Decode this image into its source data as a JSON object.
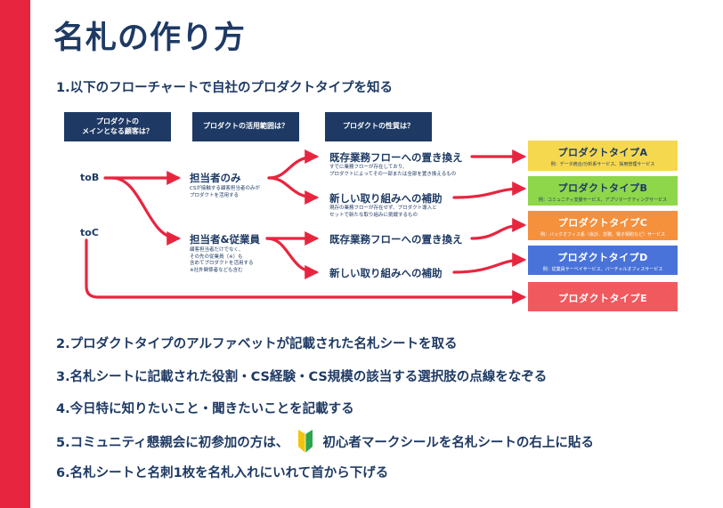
{
  "title": "名札の作り方",
  "step1": "1.以下のフローチャートで自社のプロダクトタイプを知る",
  "headers": {
    "h1": "プロダクトの\nメインとなる顧客は？",
    "h2": "プロダクトの活用範囲は？",
    "h3": "プロダクトの性質は？"
  },
  "customers": {
    "tob": "toB",
    "toc": "toC"
  },
  "scope": {
    "only": "担当者のみ",
    "only_note": "CSが接触する顧客担当者のみが\nプロダクトを活用する",
    "staff": "担当者&従業員",
    "staff_note": "顧客担当者だけでなく、\nその先の従業員（※）も\n含めてプロダクトを活用する\n※社外関係者なども含む"
  },
  "nature": {
    "replace": "既存業務フローへの置き換え",
    "replace_note": "すでに業務フローが存在しており、\nプロダクトによってその一部または全部を置き換えるもの",
    "new": "新しい取り組みへの補助",
    "new_note": "現存の業務フローが存在せず、プロダクト導入と\nセットで新たな取り組みに挑戦するもの",
    "replace2": "既存業務フローへの置き換え",
    "new2": "新しい取り組みへの補助"
  },
  "types": [
    {
      "name": "プロダクトタイプA",
      "example": "例：データ統合/分析系サービス、採用管理サービス",
      "color": "#f6d84e"
    },
    {
      "name": "プロダクトタイプB",
      "example": "例：コミュニティ支援サービス、アプリマーケティングサービス",
      "color": "#8ed64a"
    },
    {
      "name": "プロダクトタイプC",
      "example": "例：バックオフィス系（会計、労務、電子契約など）サービス",
      "color": "#f5903d"
    },
    {
      "name": "プロダクトタイプD",
      "example": "例：従業員サーベイサービス、バーチャルオフィスサービス",
      "color": "#4a73d9"
    },
    {
      "name": "プロダクトタイプE",
      "example": "",
      "color": "#f05a5f"
    }
  ],
  "steps": {
    "s2": "2.プロダクトタイプのアルファベットが記載された名札シートを取る",
    "s3": "3.名札シートに記載された役割・CS経験・CS規模の該当する選択肢の点線をなぞる",
    "s4": "4.今日特に知りたいこと・聞きたいことを記載する",
    "s5a": "5.コミュニティ懇親会に初参加の方は、",
    "s5icon": "beginner-mark-icon",
    "s5b": "初心者マークシールを名札シートの右上に貼る",
    "s6": "6.名札シートと名刺1枚を名札入れにいれて首から下げる"
  },
  "colors": {
    "accent": "#e8253f",
    "navy": "#1e3a64"
  }
}
